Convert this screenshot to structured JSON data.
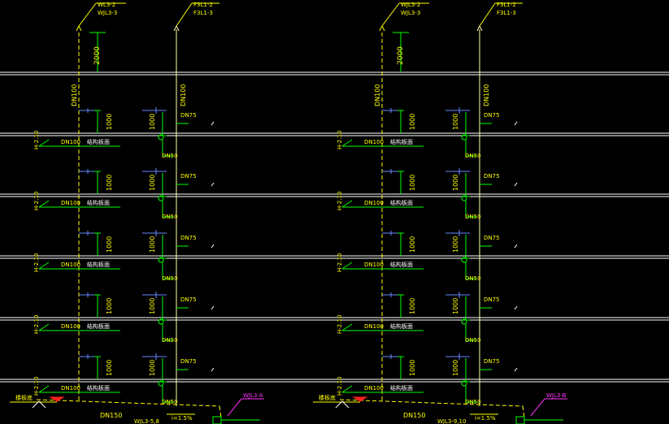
{
  "colors": {
    "background": "#000000",
    "floor_line": "#ffffff",
    "drain_pipe": "#ffff00",
    "vent_pipe": "#ffffaa",
    "fixture": "#00ff00",
    "fixture_alt": "#6688ff",
    "label": "#ffff00",
    "label_white": "#ffffff",
    "label_magenta": "#ff33ff",
    "marker_red": "#ff2020"
  },
  "left_system": {
    "riser1_tag_a": "WL3-2",
    "riser1_tag_b": "WJL3-3",
    "riser2_tag_a": "F3L1-2",
    "riser2_tag_b": "F3L1-3",
    "top_dim": "2000",
    "riser_size": "DN100",
    "branch_dim": "1000",
    "main_size": "DN100",
    "structure_label": "结构板面",
    "stub_label": "DN75",
    "trap_label": "DN50",
    "level_label": "H-2.10",
    "left_tag": "楼板底",
    "bottom_pipe_label": "DN150",
    "bottom_code": "WJL3-5,8",
    "slope_label": "i=1.5%",
    "magenta_tag": "WJL3-A"
  },
  "right_system": {
    "riser1_tag_a": "WJL3-2",
    "riser1_tag_b": "WJL3-3",
    "riser2_tag_a": "F3L1-2",
    "riser2_tag_b": "F3L1-3",
    "top_dim": "2000",
    "riser_size": "DN100",
    "branch_dim": "1000",
    "main_size": "DN100",
    "structure_label": "结构板面",
    "stub_label": "DN75",
    "trap_label": "DN50",
    "level_label": "H-2.10",
    "left_tag": "楼板底",
    "bottom_pipe_label": "DN150",
    "bottom_code": "WJL3-9,10",
    "slope_label": "i=1.5%",
    "magenta_tag": "WJL3-B"
  }
}
